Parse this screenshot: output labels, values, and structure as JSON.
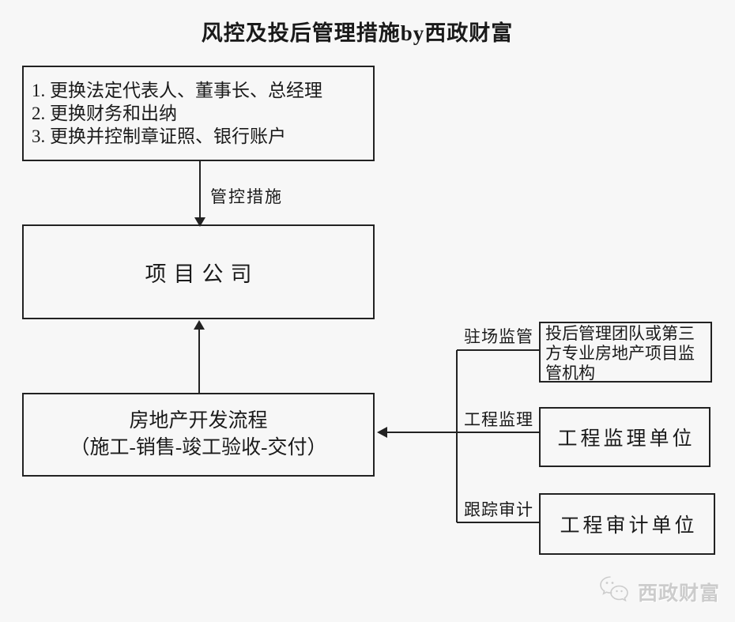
{
  "title": "风控及投后管理措施by西政财富",
  "diagram": {
    "control_box": {
      "lines": [
        "1. 更换法定代表人、董事长、总经理",
        "2. 更换财务和出纳",
        "3. 更换并控制章证照、银行账户"
      ]
    },
    "arrow_label": "管控措施",
    "project_company": "项目公司",
    "development": {
      "line1": "房地产开发流程",
      "line2": "（施工-销售-竣工验收-交付）"
    },
    "branches": [
      {
        "label": "驻场监管",
        "box": "投后管理团队或第三方专业房地产项目监管机构"
      },
      {
        "label": "工程监理",
        "box": "工程监理单位"
      },
      {
        "label": "跟踪审计",
        "box": "工程审计单位"
      }
    ]
  },
  "watermark": {
    "text": "西政财富",
    "icon": "wechat-bubbles-icon"
  },
  "colors": {
    "background": "#f7f7f7",
    "line": "#222222",
    "text": "#1a1a1a",
    "watermark": "#cccccc"
  }
}
